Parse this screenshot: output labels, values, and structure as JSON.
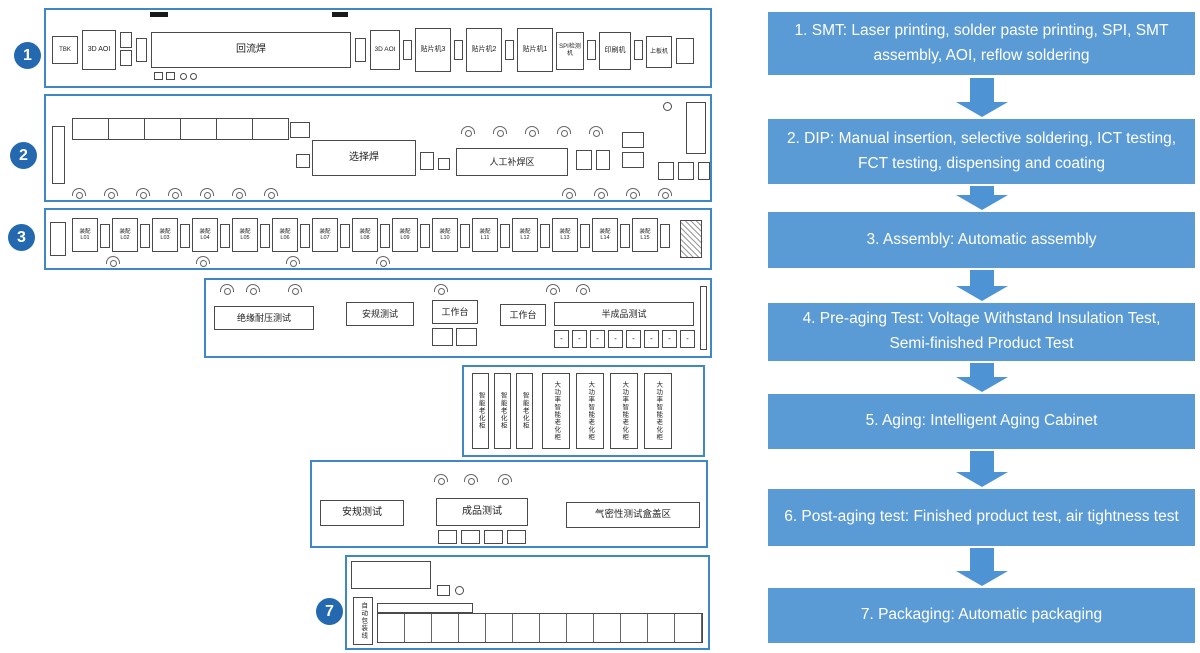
{
  "flowchart": {
    "steps": [
      {
        "label": "1. SMT: Laser printing, solder paste printing, SPI, SMT assembly, AOI, reflow soldering"
      },
      {
        "label": "2. DIP: Manual insertion, selective soldering, ICT testing, FCT testing, dispensing and coating"
      },
      {
        "label": "3. Assembly: Automatic assembly"
      },
      {
        "label": "4. Pre-aging Test: Voltage Withstand Insulation Test, Semi-finished Product Test"
      },
      {
        "label": "5. Aging: Intelligent Aging Cabinet"
      },
      {
        "label": "6. Post-aging test: Finished product test, air tightness test"
      },
      {
        "label": "7. Packaging: Automatic packaging"
      }
    ]
  },
  "floorplan": {
    "badges": {
      "smt": "1",
      "dip": "2",
      "assembly": "3",
      "packaging": "7"
    },
    "smt": {
      "machines": {
        "tbk": "TBK",
        "aoi_left": "3D AOI",
        "reflow": "回流焊",
        "aoi_right": "3D AOI",
        "mounter3": "贴片机3",
        "mounter2": "贴片机2",
        "mounter1": "贴片机1",
        "spi": "SPI检测机",
        "printer": "印刷机",
        "loader": "上板机"
      }
    },
    "dip": {
      "selective_soldering": "选择焊",
      "manual_touchup": "人工补焊区"
    },
    "assembly": {
      "station_prefix": "装配",
      "stations": [
        "L01",
        "L02",
        "L03",
        "L04",
        "L05",
        "L06",
        "L07",
        "L08",
        "L09",
        "L10",
        "L11",
        "L12",
        "L13",
        "L14",
        "L15"
      ]
    },
    "preaging": {
      "insulation_test": "绝缘耐压测试",
      "safety_test": "安规测试",
      "workbench1": "工作台",
      "workbench2": "工作台",
      "semi_finished_test": "半成品测试",
      "dash": "-"
    },
    "aging": {
      "cabinets": [
        "智能老化柜",
        "智能老化柜",
        "智能老化柜",
        "大功率智能老化柜",
        "大功率智能老化柜",
        "大功率智能老化柜",
        "大功率智能老化柜"
      ]
    },
    "postaging": {
      "safety_test": "安规测试",
      "finished_test": "成品测试",
      "airtight_test": "气密性测试盒盖区"
    },
    "packaging": {
      "line_label": "自动包装线"
    }
  },
  "colors": {
    "flow_box": "#5b9bd5",
    "flow_arrow": "#4e93d4",
    "plan_border": "#3f87c5",
    "badge": "#2468b0"
  }
}
